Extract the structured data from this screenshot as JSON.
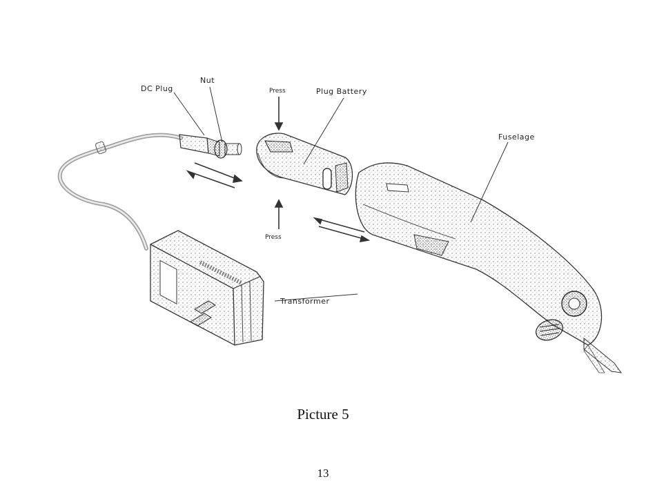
{
  "figure": {
    "labels": {
      "dc_plug": "DC Plug",
      "nut": "Nut",
      "press_top": "Press",
      "plug_battery": "Plug Battery",
      "fuselage": "Fuselage",
      "press_bottom": "Press",
      "transformer": "Transformer"
    },
    "caption": "Picture 5"
  },
  "page_number": "13"
}
